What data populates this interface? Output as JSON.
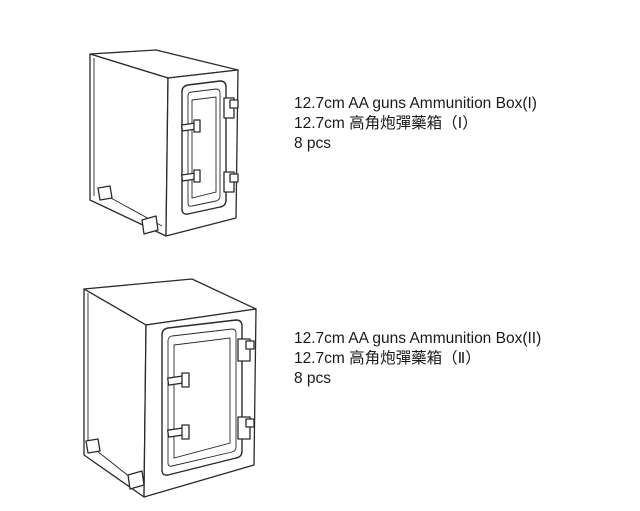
{
  "items": [
    {
      "title": "12.7cm AA guns Ammunition Box(I)",
      "subtitle": "12.7cm 高角炮彈藥箱（Ⅰ）",
      "quantity": "8 pcs"
    },
    {
      "title": "12.7cm AA guns Ammunition Box(II)",
      "subtitle": "12.7cm 高角炮彈藥箱（Ⅱ）",
      "quantity": "8 pcs"
    }
  ]
}
